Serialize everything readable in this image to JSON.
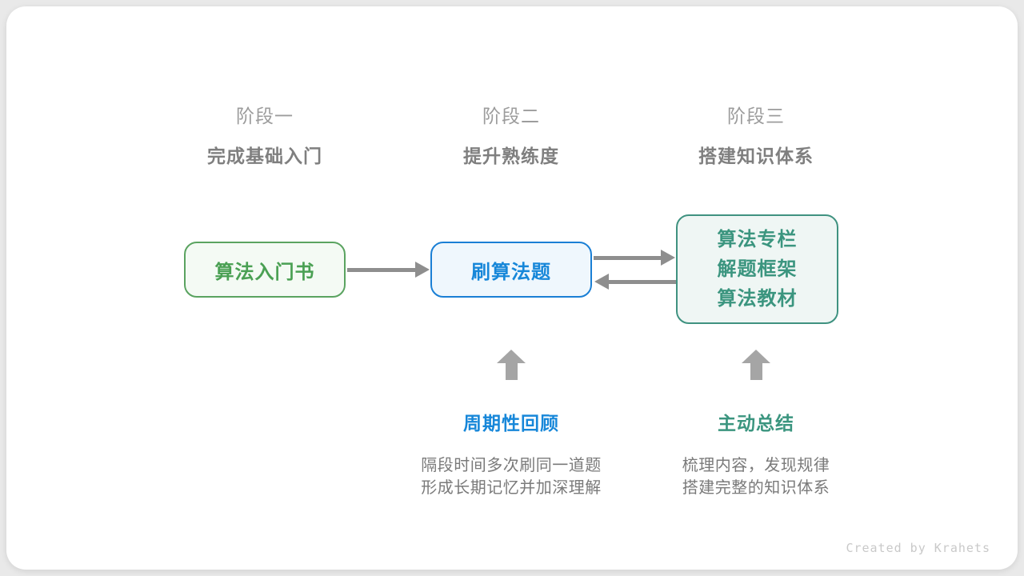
{
  "stages": [
    {
      "label": "阶段一",
      "subtitle": "完成基础入门"
    },
    {
      "label": "阶段二",
      "subtitle": "提升熟练度"
    },
    {
      "label": "阶段三",
      "subtitle": "搭建知识体系"
    }
  ],
  "nodes": {
    "intro_book": {
      "label": "算法入门书"
    },
    "practice": {
      "label": "刷算法题"
    },
    "resources": {
      "lines": [
        "算法专栏",
        "解题框架",
        "算法教材"
      ]
    }
  },
  "annotations": [
    {
      "title": "周期性回顾",
      "desc_line1": "隔段时间多次刷同一道题",
      "desc_line2": "形成长期记忆并加深理解"
    },
    {
      "title": "主动总结",
      "desc_line1": "梳理内容，发现规律",
      "desc_line2": "搭建完整的知识体系"
    }
  ],
  "footer": {
    "credit": "Created by Krahets"
  },
  "colors": {
    "page_background": "#e9e9e9",
    "card_background": "#ffffff",
    "green_border": "#5aa360",
    "green_text": "#4aa053",
    "green_fill": "#f4faf4",
    "blue_border": "#1a7fd5",
    "blue_text": "#1787d9",
    "blue_fill": "#eff7fd",
    "teal_border": "#3f9280",
    "teal_text": "#3b957f",
    "teal_fill": "#eff6f4",
    "arrow_gray": "#8e8e8e",
    "up_arrow_gray": "#a5a5a5",
    "stage_label_gray": "#9c9c9c",
    "stage_subtitle_gray": "#7f7f7f",
    "desc_gray": "#7a7a7a",
    "credit_gray": "#c9c9c9"
  }
}
